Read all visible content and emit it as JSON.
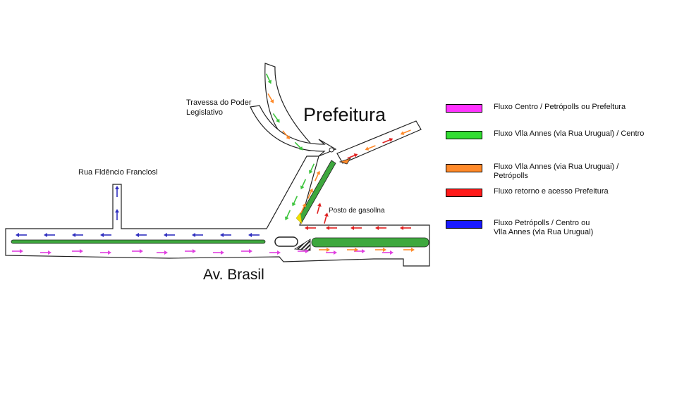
{
  "labels": {
    "prefeitura": "Prefeitura",
    "av_brasil": "Av. Brasil",
    "travessa": "Travessa do Poder\nLegislativo",
    "rua_fidencio": "Rua Fldêncio Franclosl",
    "posto": "Posto de gasollna"
  },
  "legend": [
    {
      "text": "Fluxo Centro / Petrópolls ou Prefeltura",
      "color": "#ff33ff"
    },
    {
      "text": "Fluxo Vlla Annes (vla Rua Urugual) / Centro",
      "color": "#33dd33"
    },
    {
      "text": "Fluxo Vlla Annes (via Rua Uruguai) /\nPetrópolls",
      "color": "#ff8a2a"
    },
    {
      "text": "Fluxo retorno e acesso Prefeitura",
      "color": "#ff1a1a"
    },
    {
      "text": "Fluxo Petrópolls / Centro ou\nVlla Annes (vla Rua Urugual)",
      "color": "#1a1aff"
    }
  ],
  "colors": {
    "magenta": "#e040e0",
    "green": "#3cc43c",
    "orange": "#ff8a2a",
    "red": "#e02020",
    "blue": "#3030c0",
    "median": "#3ea83e",
    "road_outline": "#222222"
  }
}
